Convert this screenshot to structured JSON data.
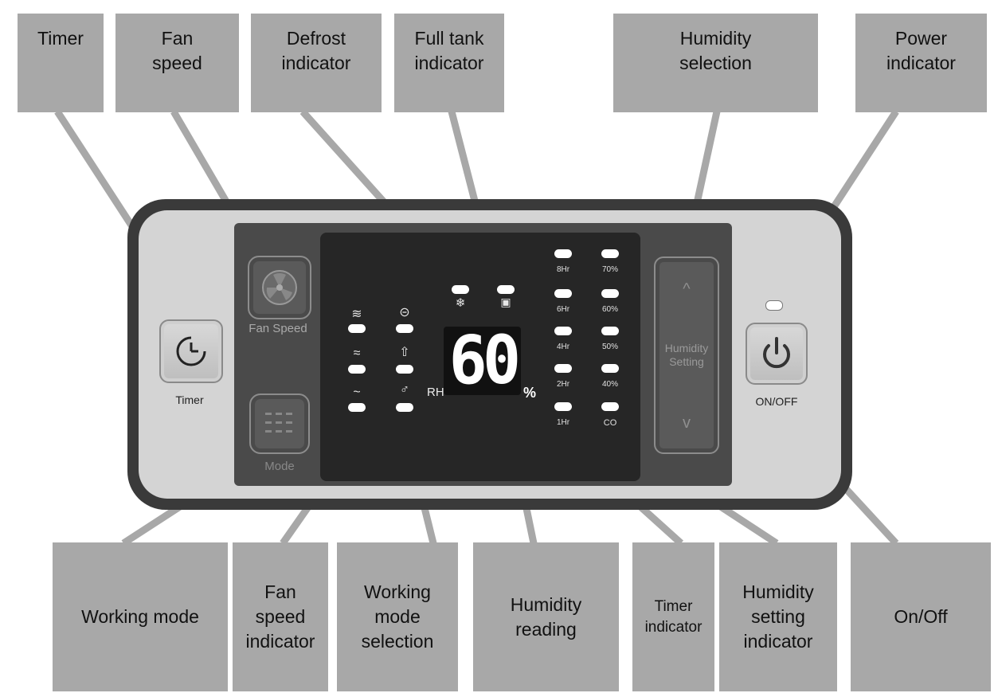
{
  "labels": {
    "timer": "Timer",
    "fan_speed": "Fan\nspeed",
    "defrost_indicator": "Defrost\nindicator",
    "full_tank_indicator": "Full tank\nindicator",
    "humidity_selection": "Humidity\nselection",
    "power_indicator": "Power\nindicator",
    "working_mode": "Working mode",
    "fan_speed_indicator": "Fan\nspeed\nindicator",
    "working_mode_selection": "Working\nmode\nselection",
    "humidity_reading": "Humidity\nreading",
    "timer_indicator": "Timer\nindicator",
    "humidity_setting_indicator": "Humidity\nsetting\nindicator",
    "on_off": "On/Off"
  },
  "panel": {
    "timer_button_label": "Timer",
    "fan_speed_button_label": "Fan Speed",
    "mode_button_label": "Mode",
    "humidity_setting_label": "Humidity\nSetting",
    "on_off_button_label": "ON/OFF",
    "display_value": "60",
    "rh_label": "RH",
    "percent_sign": "%",
    "timer_levels": [
      "8Hr",
      "6Hr",
      "4Hr",
      "2Hr",
      "1Hr"
    ],
    "humidity_levels": [
      "70%",
      "60%",
      "50%",
      "40%",
      "CO"
    ],
    "fan_speed_glyphs": [
      "≋",
      "≈",
      "~"
    ],
    "mode_glyphs": [
      "⊝",
      "⇧",
      "♂"
    ],
    "defrost_glyph": "❄",
    "tank_glyph": "▣",
    "arrow_up": "^",
    "arrow_down": "v"
  },
  "icons": [
    "clock-icon",
    "fan-icon",
    "mode-grid-icon",
    "power-icon",
    "defrost-icon",
    "tank-icon",
    "chevron-up-icon",
    "chevron-down-icon"
  ],
  "colors": {
    "label_box": "#a8a8a8",
    "panel_frame": "#3a3a3a",
    "panel_face": "#d4d4d4",
    "display": "#262626",
    "led": "#ffffff"
  }
}
